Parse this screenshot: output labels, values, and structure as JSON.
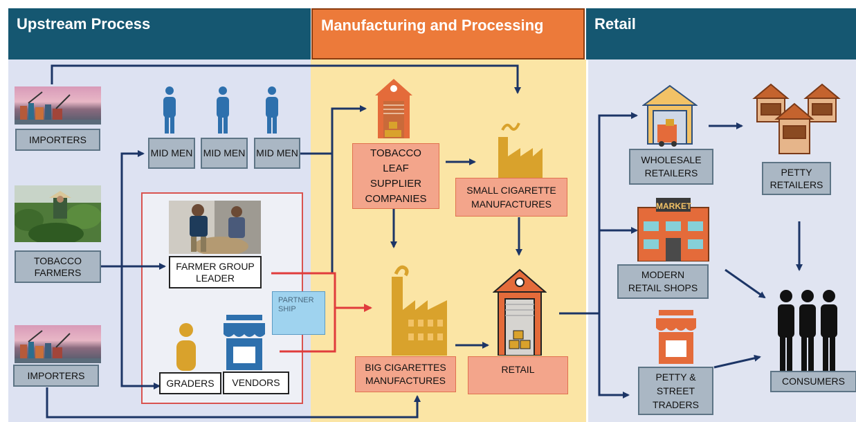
{
  "headers": {
    "upstream": "Upstream Process",
    "manufacturing": "Manufacturing and Processing",
    "retail": "Retail"
  },
  "nodes": {
    "importers_top": "IMPORTERS",
    "tobacco_farmers": "TOBACCO FARMERS",
    "importers_bottom": "IMPORTERS",
    "mid_men_1": "MID MEN",
    "mid_men_2": "MID MEN",
    "mid_men_3": "MID MEN",
    "farmer_group_leader": "FARMER GROUP LEADER",
    "graders": "GRADERS",
    "vendors": "VENDORS",
    "partnership": "PARTNER SHIP",
    "tobacco_leaf_suppliers": "TOBACCO LEAF SUPPLIER COMPANIES",
    "small_cigarette": "SMALL CIGARETTE MANUFACTURES",
    "big_cigarettes": "BIG CIGARETTES MANUFACTURES",
    "retail": "RETAIL",
    "wholesale_retailers": "WHOLESALE RETAILERS",
    "petty_retailers": "PETTY RETAILERS",
    "modern_retail": "MODERN RETAIL SHOPS",
    "petty_street": "PETTY & STREET TRADERS",
    "consumers": "CONSUMERS",
    "market_sign": "MARKET"
  },
  "colors": {
    "header_blue": "#155771",
    "header_orange": "#ec7a3a",
    "left_bg": "#dde2f2",
    "mid_bg": "#fbe5a5",
    "right_bg": "#e0e4f1",
    "arrow": "#1c3566",
    "red": "#e03c3c",
    "icon_blue": "#2e70ad",
    "icon_gold": "#d9a22c",
    "icon_orange": "#e46b3a"
  }
}
